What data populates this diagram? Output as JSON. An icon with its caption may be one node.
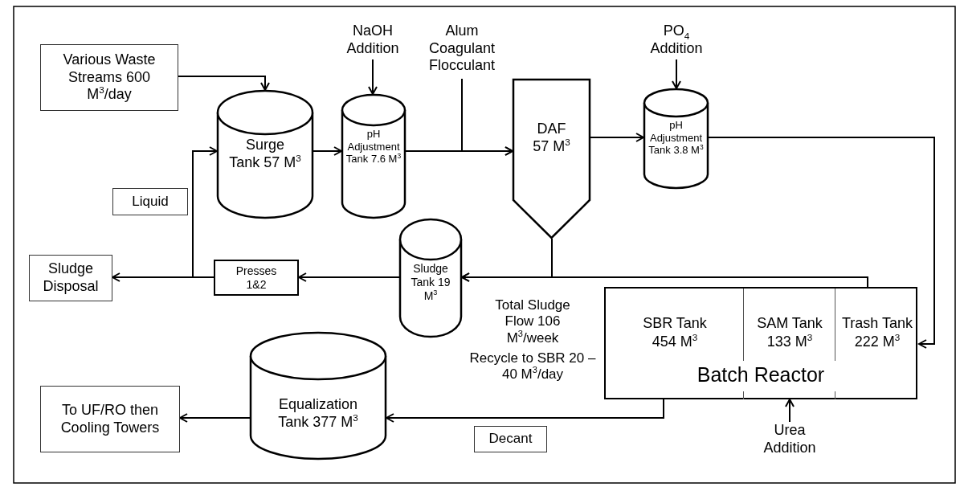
{
  "diagram": {
    "nodes": [
      {
        "text": [
          "Various Waste Streams 600 M$^{3}$/day"
        ]
      },
      {
        "text": [
          "Surge Tank 57 M$^{3}$"
        ]
      },
      {
        "text": [
          "NaOH Addition"
        ]
      },
      {
        "text": [
          "pH Adjustment Tank 7.6 M$^{3}$"
        ]
      },
      {
        "text": [
          "Alum Coagulant Flocculant"
        ]
      },
      {
        "text": [
          "DAF 57 M$^{3}$"
        ]
      },
      {
        "text": [
          "PO$_{4}$ Addition"
        ]
      },
      {
        "text": [
          "pH Adjustment Tank 3.8 M$^{3}$"
        ]
      },
      {
        "text": [
          "Batch Reactor"
        ]
      },
      {
        "text": [
          "SBR Tank 454 M$^{3}$"
        ],
        "in": 8
      },
      {
        "text": [
          "SAM Tank 133 M$^{3}$"
        ],
        "in": 8
      },
      {
        "text": [
          "Trash Tank 222 M$^{3}$"
        ],
        "in": 8
      },
      {
        "text": [
          "Sludge Tank 19 M$^{3}$"
        ]
      },
      {
        "text": [
          "Presses 1&2"
        ]
      },
      {
        "text": [
          "Sludge Disposal"
        ]
      },
      {
        "text": [
          "Liquid"
        ]
      },
      {
        "text": [
          "Equalization Tank 377 M$^{3}$"
        ]
      },
      {
        "text": [
          "To UF/RO then Cooling Towers"
        ]
      },
      {
        "text": [
          "Decant"
        ]
      },
      {
        "text": [
          "Urea Addition"
        ]
      }
    ],
    "edges": [
      {
        "from": 0,
        "to": 1,
        "arrow": "to"
      },
      {
        "from": 2,
        "to": 3,
        "arrow": "to"
      },
      {
        "from": 1,
        "to": 3,
        "arrow": "to"
      },
      {
        "from": 4,
        "to": 5,
        "arrow": "to"
      },
      {
        "from": 3,
        "to": 5,
        "arrow": "to"
      },
      {
        "from": 6,
        "to": 7,
        "arrow": "to"
      },
      {
        "from": 5,
        "to": 7,
        "arrow": "to"
      },
      {
        "from": 7,
        "to": 11,
        "arrow": "to"
      },
      {
        "from": 5,
        "to": 12,
        "arrow": "to"
      },
      {
        "from": 8,
        "to": 12,
        "arrow": "to"
      },
      {
        "from": 12,
        "to": 13,
        "arrow": "to"
      },
      {
        "from": 13,
        "to": 14,
        "arrow": "to"
      },
      {
        "from": 13,
        "to": 1,
        "arrow": "to"
      },
      {
        "from": 8,
        "to": 16,
        "arrow": "to"
      },
      {
        "from": 16,
        "to": 17,
        "arrow": "to"
      },
      {
        "from": 19,
        "to": 8,
        "arrow": "to"
      }
    ],
    "labels": [
      "Total Sludge Flow 106 M$^{3}$/week",
      "Recycle to SBR 20 – 40 M$^{3}$/day"
    ]
  }
}
